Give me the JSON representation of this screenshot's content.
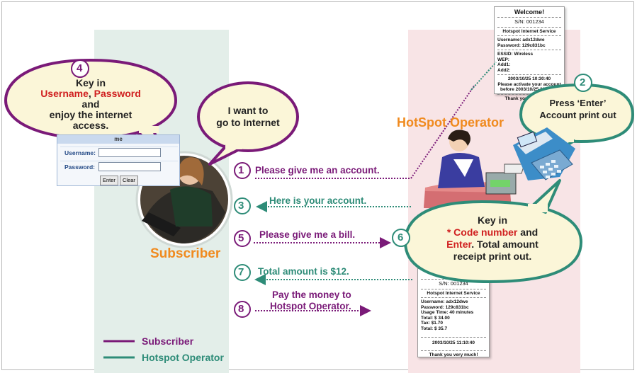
{
  "colors": {
    "subscriber": "#7a1a78",
    "operator": "#2e8c78",
    "accent_orange": "#f08a1e",
    "highlight_red": "#d01f1f"
  },
  "bubbles": {
    "b4": {
      "number": "4",
      "line1": "Key in",
      "line2a": "Username",
      "line2sep": ", ",
      "line2b": "Password",
      "line3": "and",
      "line4": "enjoy the internet",
      "line5": "access."
    },
    "want": {
      "line1": "I want to",
      "line2": "go to Internet"
    },
    "b2": {
      "number": "2",
      "line1": "Press ‘Enter’",
      "line2": "Account print out"
    },
    "b6": {
      "number": "6",
      "line1": "Key in",
      "line2a": "* Code number",
      "line2b": " and",
      "line3a": "Enter",
      "line3b": ". Total amount",
      "line4": "receipt print out."
    }
  },
  "login": {
    "header": "me",
    "username_label": "Username:",
    "password_label": "Password:",
    "enter_label": "Enter",
    "clear_label": "Clear"
  },
  "roles": {
    "subscriber": "Subscriber",
    "operator": "HotSpot Operator"
  },
  "steps": [
    {
      "number": "1",
      "text": "Please give me an account."
    },
    {
      "number": "3",
      "text": "Here is your account."
    },
    {
      "number": "5",
      "text": "Please give me a bill."
    },
    {
      "number": "7",
      "text": "Total amount is $12."
    },
    {
      "number": "8",
      "text": "Pay the money to",
      "text2": "Hotspot Operator."
    }
  ],
  "receipt1": {
    "title": "Welcome!",
    "sn": "S/N: 001234",
    "service": "Hotspot Internet Service",
    "l1": "Username: adx12dwe",
    "l2": "Password: 129c831bc",
    "l3": "ESSID: Wireless",
    "l4": "WEP:",
    "l5": "Add1:",
    "l6": "Add2:",
    "dt": "2003/10/25 10:30:40",
    "act1": "Please activate your account",
    "act2": "before 2003/10/25 22:30:40",
    "thanks": "Thank you very much!"
  },
  "receipt2": {
    "title": "Welcome!",
    "sn": "S/N: 001234",
    "service": "Hotspot Internet Service",
    "l1": "Username: adx12dwe",
    "l2": "Password: 129c831bc",
    "l3": "Usage Time: 40 minutes",
    "l4": "Total: $ 34.00",
    "l5": "Tax: $1.70",
    "l6": "Total: $ 35.7",
    "dt": "2003/10/25 11:10:40",
    "thanks": "Thank you very much!"
  },
  "legend": {
    "subscriber": "Subscriber",
    "operator": "Hotspot Operator"
  }
}
